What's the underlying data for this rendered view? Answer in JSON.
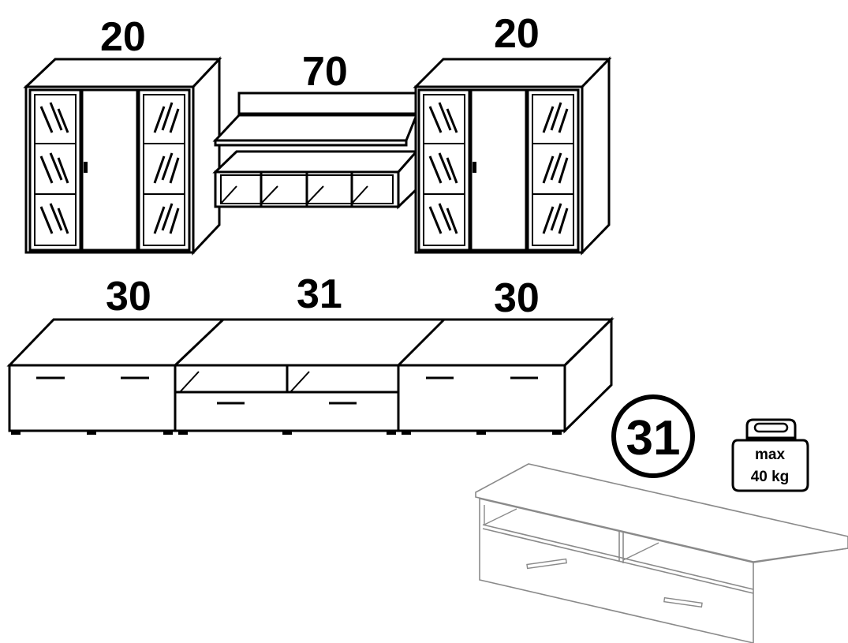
{
  "labels": {
    "cabinet_left": "20",
    "shelf_center": "70",
    "cabinet_right": "20",
    "lowboard_left": "30",
    "lowboard_center": "31",
    "lowboard_right": "30"
  },
  "detail": {
    "badge": "31",
    "weight_line1": "max",
    "weight_line2": "40 kg"
  },
  "colors": {
    "line": "#000000",
    "detail_line": "#8a8a8a",
    "background": "#ffffff"
  }
}
